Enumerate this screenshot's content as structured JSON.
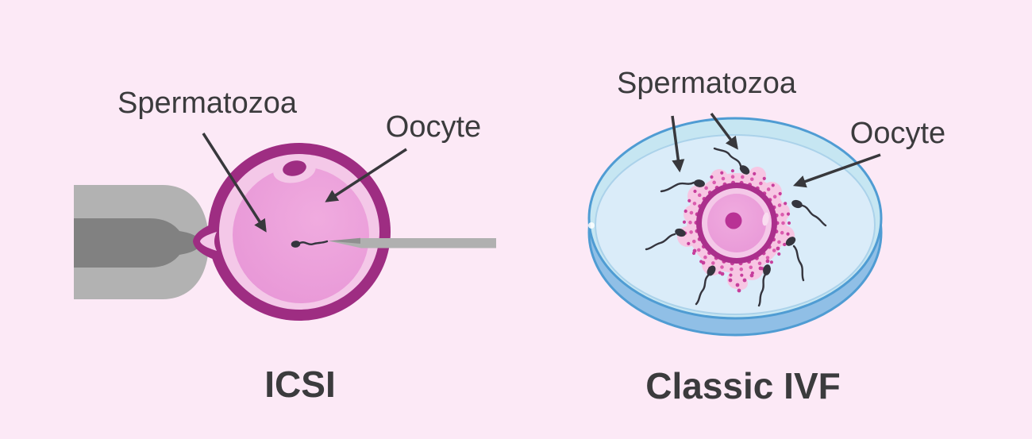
{
  "figure_type": "medical-illustration",
  "panels": {
    "icsi": {
      "title": "ICSI",
      "labels": {
        "spermatozoa": "Spermatozoa",
        "oocyte": "Oocyte"
      }
    },
    "classic": {
      "title": "Classic IVF",
      "labels": {
        "spermatozoa": "Spermatozoa",
        "oocyte": "Oocyte"
      }
    }
  },
  "palette": {
    "background": "#fce9f6",
    "text_dark": "#3b3b3d",
    "arrow": "#38383c",
    "ring": "#9e2d82",
    "egg_light": "#f4c8e8",
    "cyto_base": "#e795d6",
    "cyto_light": "#f0abdf",
    "pipette_light": "#b2b2b2",
    "pipette_dark": "#818181",
    "needle": "#b0b0b0",
    "needle_tip": "#8f8f8f",
    "sperm": "#35353e",
    "dish_side": "#90bfe6",
    "dish_rim": "#c6e6f2",
    "dish_top": "#daecf9",
    "dish_stroke": "#4f9cd3",
    "dish_inner": "#abd2ea",
    "blob": "#f7c6e3",
    "dot_dark": "#c73e9c",
    "dot_light": "#db5cae",
    "ring2": "#ab2f8c",
    "nucleus": "#b93295",
    "sliver": "#f9ddf0"
  }
}
